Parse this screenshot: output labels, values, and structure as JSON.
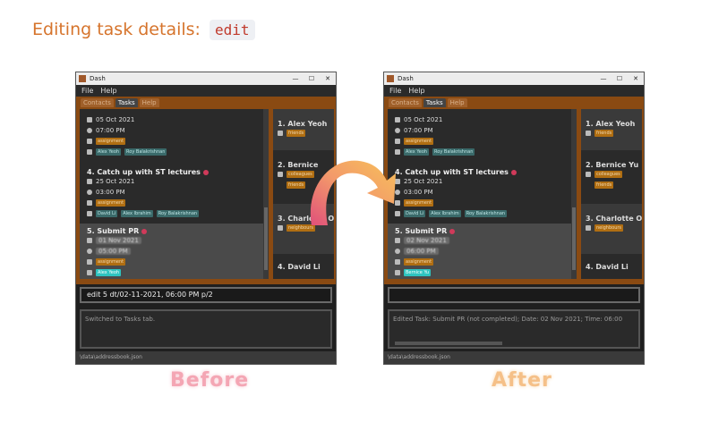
{
  "heading": {
    "text": "Editing task details:",
    "code": "edit"
  },
  "colors": {
    "heading": "#d6742c",
    "accent": "#8a4a12",
    "arrow_start": "#e0507a",
    "arrow_end": "#f7c15a"
  },
  "before": {
    "window_title": "Dash",
    "menu": [
      "File",
      "Help"
    ],
    "tabs": [
      "Contacts",
      "Tasks",
      "Help"
    ],
    "partial_task": {
      "date": "05 Oct 2021",
      "time": "07:00 PM",
      "tags": [
        "assignment"
      ],
      "people": [
        "Alex Yeoh",
        "Roy Balakrishnan"
      ]
    },
    "task4": {
      "title": "4.  Catch up with ST lectures",
      "date": "25 Oct 2021",
      "time": "03:00 PM",
      "tags": [
        "assignment"
      ],
      "people": [
        "David Li",
        "Alex Ibrahim",
        "Roy Balakrishnan"
      ]
    },
    "task5": {
      "title": "5.  Submit PR",
      "date": "01 Nov 2021",
      "time": "05:00 PM",
      "tags": [
        "assignment"
      ],
      "people": [
        "Alex Yeoh"
      ]
    },
    "contacts": [
      {
        "label": "1.  Alex Yeoh",
        "tags": [
          "friends"
        ]
      },
      {
        "label": "2.  Bernice",
        "tags": [
          "colleagues",
          "friends"
        ]
      },
      {
        "label": "3.  Charlotte O",
        "tags": [
          "neighbours"
        ]
      },
      {
        "label": "4.  David Li",
        "tags": []
      }
    ],
    "command": "edit 5 dt/02-11-2021, 06:00 PM p/2",
    "result": "Switched to Tasks tab.",
    "status": "\\data\\addressbook.json",
    "caption": "Before"
  },
  "after": {
    "window_title": "Dash",
    "menu": [
      "File",
      "Help"
    ],
    "tabs": [
      "Contacts",
      "Tasks",
      "Help"
    ],
    "partial_task": {
      "date": "05 Oct 2021",
      "time": "07:00 PM",
      "tags": [
        "assignment"
      ],
      "people": [
        "Alex Yeoh",
        "Roy Balakrishnan"
      ]
    },
    "task4": {
      "title": "4.  Catch up with ST lectures",
      "date": "25 Oct 2021",
      "time": "03:00 PM",
      "tags": [
        "assignment"
      ],
      "people": [
        "David Li",
        "Alex Ibrahim",
        "Roy Balakrishnan"
      ]
    },
    "task5": {
      "title": "5.  Submit PR",
      "date": "02 Nov 2021",
      "time": "06:00 PM",
      "tags": [
        "assignment"
      ],
      "people": [
        "Bernice Yu"
      ]
    },
    "contacts": [
      {
        "label": "1.  Alex Yeoh",
        "tags": [
          "friends"
        ]
      },
      {
        "label": "2.  Bernice Yu",
        "tags": [
          "colleagues",
          "friends"
        ]
      },
      {
        "label": "3.  Charlotte O",
        "tags": [
          "neighbours"
        ]
      },
      {
        "label": "4.  David Li",
        "tags": []
      }
    ],
    "command": "",
    "result": "Edited Task: Submit PR (not completed); Date: 02 Nov 2021; Time: 06:00",
    "status": "\\data\\addressbook.json",
    "caption": "After"
  }
}
